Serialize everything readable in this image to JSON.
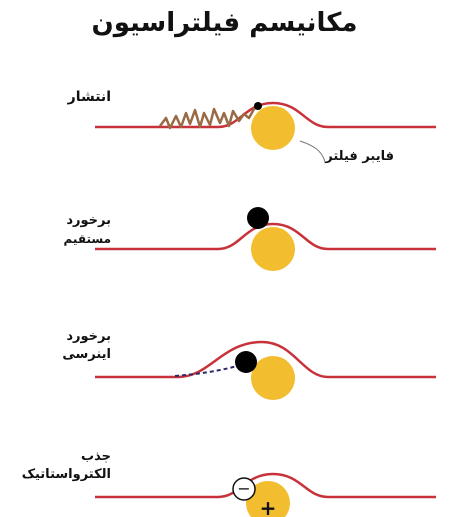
{
  "title": "مکانیسم فیلتراسیون",
  "mechanisms": [
    {
      "label_lines": [
        "انتشار"
      ],
      "annotation": "فایبر فیلتر"
    },
    {
      "label_lines": [
        "برخورد",
        "مستقیم"
      ]
    },
    {
      "label_lines": [
        "برخورد",
        "اینرسی"
      ]
    },
    {
      "label_lines": [
        "جذب",
        "الکترواستاتیک"
      ],
      "particle_charge": "−",
      "fiber_charge": "+"
    }
  ],
  "colors": {
    "airflow_line": "#c8323a",
    "fiber": "#f2bd2f",
    "particle": "#000000",
    "diffusion_path": "#9a6a45",
    "inertial_path": "#2a2a6a"
  }
}
